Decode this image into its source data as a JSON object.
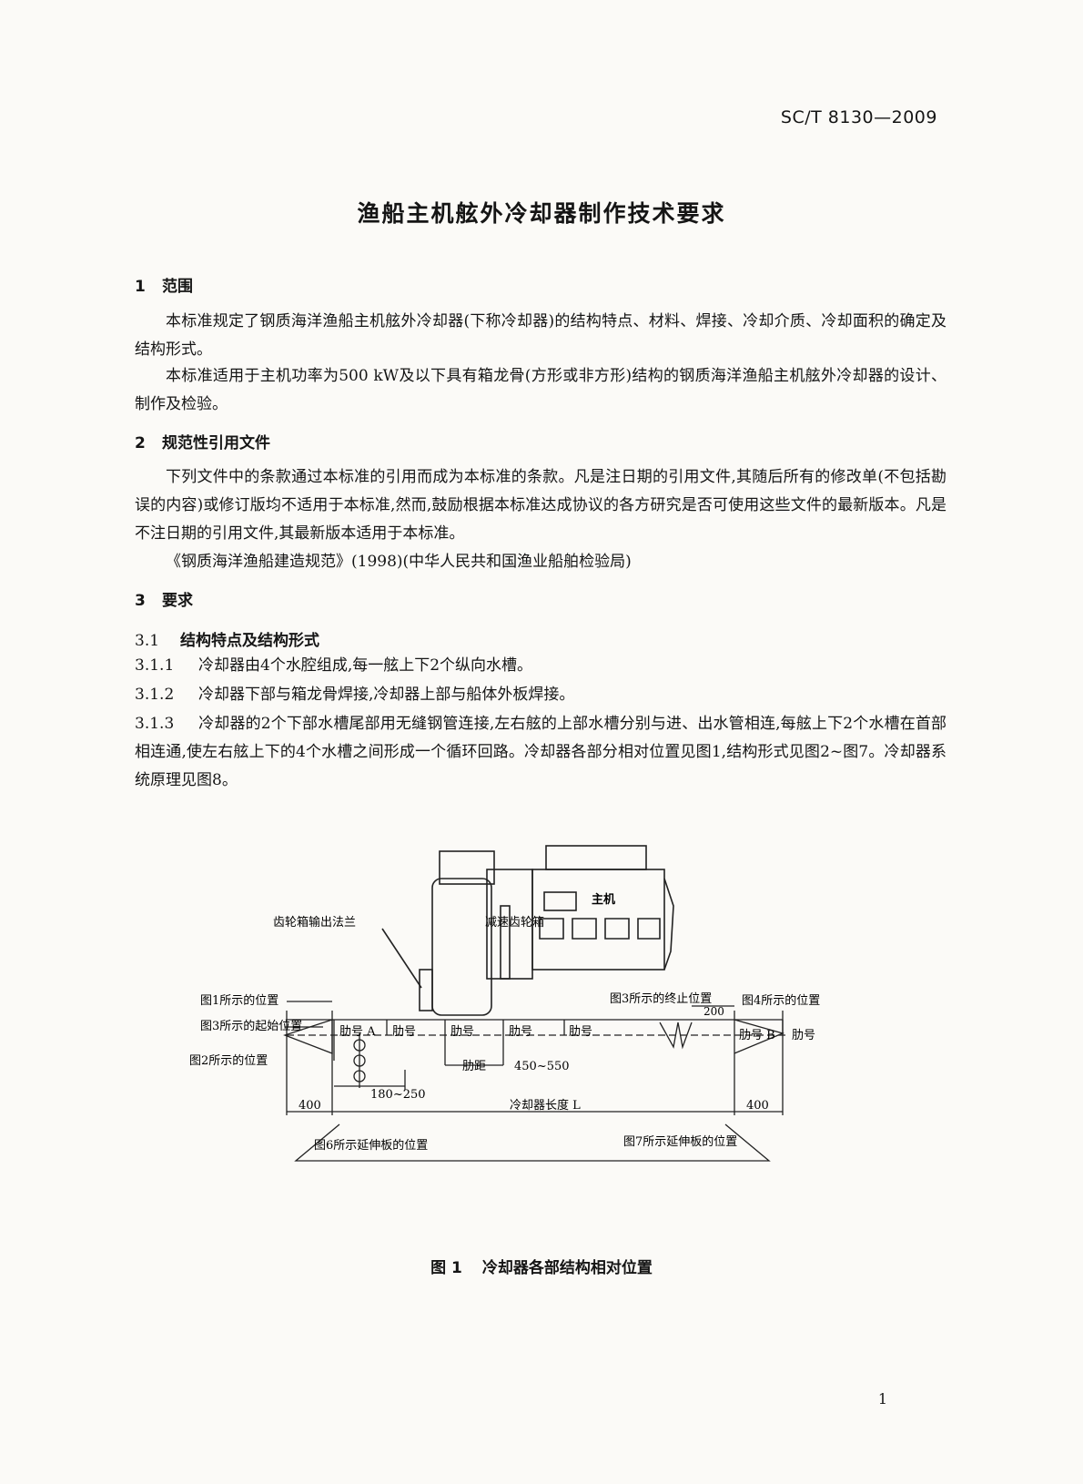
{
  "header": {
    "standard_code": "SC/T 8130—2009"
  },
  "title": "渔船主机舷外冷却器制作技术要求",
  "sections": {
    "s1": {
      "number": "1",
      "heading": "范围",
      "p1": "本标准规定了钢质海洋渔船主机舷外冷却器(下称冷却器)的结构特点、材料、焊接、冷却介质、冷却面积的确定及结构形式。",
      "p2": "本标准适用于主机功率为500 kW及以下具有箱龙骨(方形或非方形)结构的钢质海洋渔船主机舷外冷却器的设计、制作及检验。"
    },
    "s2": {
      "number": "2",
      "heading": "规范性引用文件",
      "p1": "下列文件中的条款通过本标准的引用而成为本标准的条款。凡是注日期的引用文件,其随后所有的修改单(不包括勘误的内容)或修订版均不适用于本标准,然而,鼓励根据本标准达成协议的各方研究是否可使用这些文件的最新版本。凡是不注日期的引用文件,其最新版本适用于本标准。",
      "p2": "《钢质海洋渔船建造规范》(1998)(中华人民共和国渔业船舶检验局)"
    },
    "s3": {
      "number": "3",
      "heading": "要求",
      "s31": {
        "number": "3.1",
        "heading": "结构特点及结构形式"
      },
      "s311": {
        "number": "3.1.1",
        "text": "冷却器由4个水腔组成,每一舷上下2个纵向水槽。"
      },
      "s312": {
        "number": "3.1.2",
        "text": "冷却器下部与箱龙骨焊接,冷却器上部与船体外板焊接。"
      },
      "s313": {
        "number": "3.1.3",
        "text": "冷却器的2个下部水槽尾部用无缝钢管连接,左右舷的上部水槽分别与进、出水管相连,每舷上下2个水槽在首部相连通,使左右舷上下的4个水槽之间形成一个循环回路。冷却器各部分相对位置见图1,结构形式见图2~图7。冷却器系统原理见图8。"
      }
    }
  },
  "figure1": {
    "number": "图 1",
    "caption": "冷却器各部结构相对位置",
    "labels": {
      "main_engine": "主机",
      "reduction_gearbox": "减速齿轮箱",
      "gearbox_flange": "齿轮箱输出法兰",
      "pos_fig1": "图1所示的位置",
      "pos_fig3_start": "图3所示的起始位置",
      "pos_fig2": "图2所示的位置",
      "pos_fig3_end": "图3所示的终止位置",
      "pos_fig4": "图4所示的位置",
      "dim_200": "200",
      "rib_a": "肋号 A",
      "rib": "肋号",
      "rib_b": "肋号 B",
      "rib_spacing": "肋距",
      "spacing_range": "450~550",
      "offset_range": "180~250",
      "dim_400_left": "400",
      "dim_400_right": "400",
      "cooler_length": "冷却器长度 L",
      "fig6_pos": "图6所示延伸板的位置",
      "fig7_pos": "图7所示延伸板的位置"
    }
  },
  "footer": {
    "page_number": "1"
  }
}
